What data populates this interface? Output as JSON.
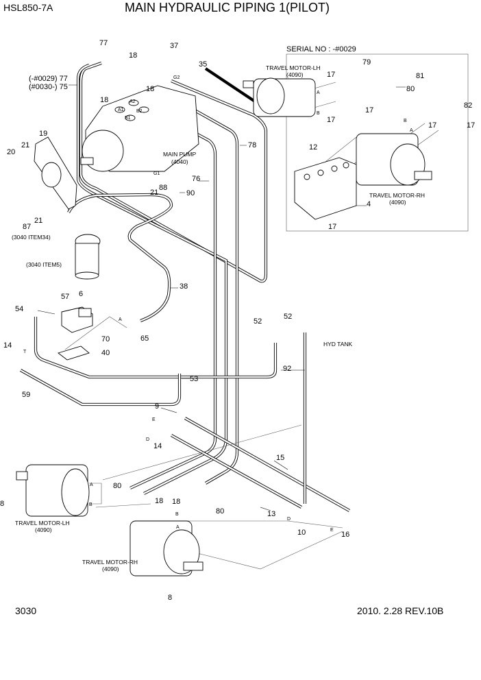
{
  "header": {
    "model": "HSL850-7A",
    "title": "MAIN HYDRAULIC PIPING 1(PILOT)"
  },
  "footer": {
    "page": "3030",
    "revision": "2010. 2.28  REV.10B"
  },
  "inset": {
    "serial": "SERIAL NO : -#0029"
  },
  "components": {
    "main_pump": "MAIN PUMP",
    "main_pump_ref": "(4040)",
    "travel_motor_lh": "TRAVEL MOTOR-LH",
    "travel_motor_rh": "TRAVEL MOTOR-RH",
    "travel_motor_ref": "(4090)",
    "item34": "(3040 ITEM34)",
    "item5": "(3040 ITEM5)",
    "hyd_tank": "HYD TANK",
    "serial_a": "(-#0029) 77",
    "serial_b": "(#0030-) 75"
  },
  "ports": {
    "A1": "A1",
    "A2": "A2",
    "B1": "B1",
    "B2": "B2",
    "G1": "G1",
    "G2": "G2",
    "A": "A",
    "B": "B",
    "D": "D",
    "E": "E",
    "T": "T"
  },
  "callouts": [
    "77",
    "18",
    "37",
    "35",
    "18",
    "18",
    "19",
    "20",
    "21",
    "21",
    "88",
    "90",
    "76",
    "78",
    "87",
    "21",
    "38",
    "57",
    "6",
    "54",
    "65",
    "70",
    "40",
    "14",
    "59",
    "53",
    "9",
    "14",
    "52",
    "52",
    "92",
    "15",
    "80",
    "18",
    "18",
    "80",
    "13",
    "10",
    "16",
    "8",
    "8",
    "17",
    "79",
    "80",
    "81",
    "82",
    "17",
    "17",
    "17",
    "17",
    "12",
    "4",
    "17"
  ]
}
